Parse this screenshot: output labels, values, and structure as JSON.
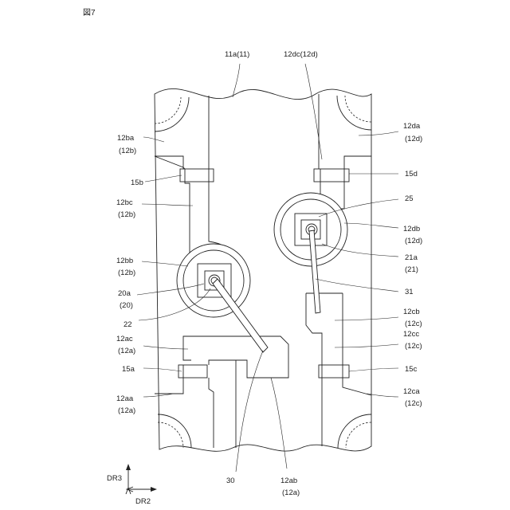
{
  "figure": {
    "title": "図7"
  },
  "labels": {
    "l11a": "11a(11)",
    "l12dc": "12dc(12d)",
    "l12ba": "12ba",
    "l12ba_p": "(12b)",
    "l12da": "12da",
    "l12da_p": "(12d)",
    "l15b": "15b",
    "l15d": "15d",
    "l12bc": "12bc",
    "l12bc_p": "(12b)",
    "l25": "25",
    "l12db": "12db",
    "l12db_p": "(12d)",
    "l12bb": "12bb",
    "l12bb_p": "(12b)",
    "l21a": "21a",
    "l21a_p": "(21)",
    "l20a": "20a",
    "l20a_p": "(20)",
    "l31": "31",
    "l12cb": "12cb",
    "l12cb_p": "(12c)",
    "l22": "22",
    "l12cc": "12cc",
    "l12cc_p": "(12c)",
    "l12ac": "12ac",
    "l12ac_p": "(12a)",
    "l15a": "15a",
    "l15c": "15c",
    "l12aa": "12aa",
    "l12aa_p": "(12a)",
    "l12ca": "12ca",
    "l12ca_p": "(12c)",
    "l30": "30",
    "l12ab": "12ab",
    "l12ab_p": "(12a)",
    "dr3": "DR3",
    "dr2": "DR2"
  }
}
